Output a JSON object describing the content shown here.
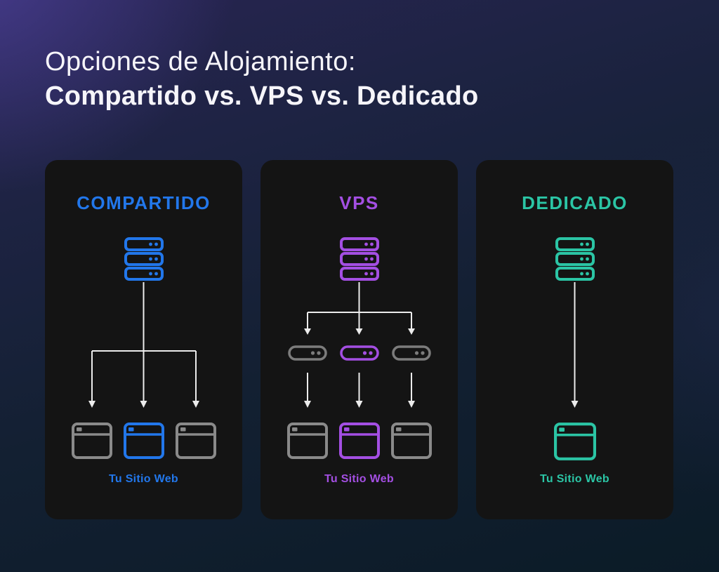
{
  "page_title": {
    "line1": "Opciones de Alojamiento:",
    "line2": "Compartido vs. VPS vs. Dedicado"
  },
  "cards": [
    {
      "label": "COMPARTIDO",
      "accent": "#2277EB",
      "site_label": "Tu Sitio Web",
      "diagram": {
        "server_icon": "server-rack-icon",
        "websites": 3,
        "highlighted_website": 2,
        "vps_slices": 0
      }
    },
    {
      "label": "VPS",
      "accent": "#A44FE3",
      "site_label": "Tu Sitio Web",
      "diagram": {
        "server_icon": "server-rack-icon",
        "websites": 3,
        "highlighted_website": 2,
        "vps_slices": 3,
        "highlighted_slice": 2
      }
    },
    {
      "label": "DEDICADO",
      "accent": "#2BC5A5",
      "site_label": "Tu Sitio Web",
      "diagram": {
        "server_icon": "server-rack-icon",
        "websites": 1,
        "highlighted_website": 1,
        "vps_slices": 0
      }
    }
  ],
  "icons": {
    "server": "server-rack-icon",
    "vps_slice": "server-slice-icon",
    "website": "browser-window-icon"
  },
  "colors": {
    "card-bg": "#141414",
    "arrow": "#ECECEC",
    "gray-window": "#8A8A8A",
    "gray-slice": "#7C7C7C",
    "blue": "#2277EB",
    "purple": "#A44FE3",
    "teal": "#2BC5A5",
    "title-text": "#F6F5FA"
  }
}
